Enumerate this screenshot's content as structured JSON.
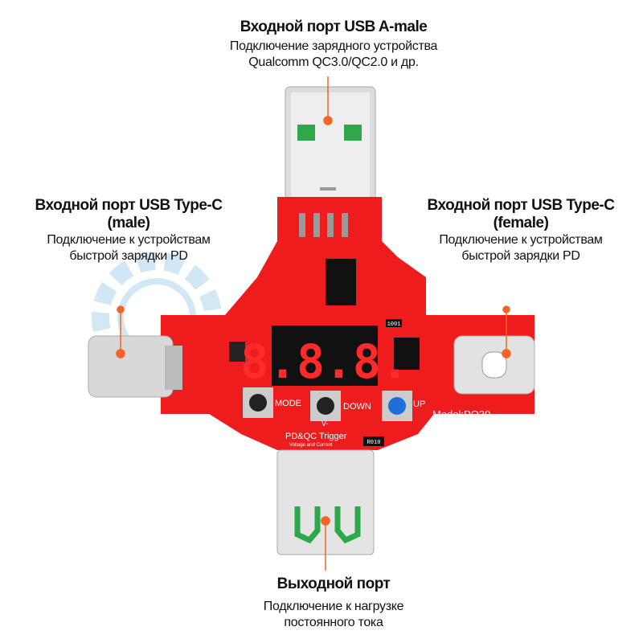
{
  "callouts": {
    "top": {
      "title": "Входной порт USB A-male",
      "lines": [
        "Подключение зарядного устройства",
        "Qualcomm QC3.0/QC2.0 и др."
      ]
    },
    "left": {
      "title": "Входной порт USB Type-C",
      "subtitle": "(male)",
      "lines": [
        "Подключение к устройствам",
        "быстрой зарядки PD"
      ]
    },
    "right": {
      "title": "Входной порт USB Type-C",
      "subtitle": "(female)",
      "lines": [
        "Подключение к устройствам",
        "быстрой зарядки PD"
      ]
    },
    "bottom": {
      "title": "Выходной порт",
      "lines": [
        "Подключение к нагрузке",
        "постоянного тока"
      ]
    }
  },
  "board": {
    "display": "8.8.8.",
    "buttons": {
      "mode": "MODE",
      "down": "DOWN",
      "up": "UP",
      "v_minus": "V-"
    },
    "model": "Model:PQ30",
    "brand": "PD&QC Trigger",
    "brand_sub": "Voltage and Current",
    "resistor_1": "1001",
    "resistor_2": "R010"
  },
  "colors": {
    "board": "#ee1c1c",
    "accent": "#f26522",
    "display_digits": "#ff2a2a",
    "connector_green": "#2ea84a"
  }
}
